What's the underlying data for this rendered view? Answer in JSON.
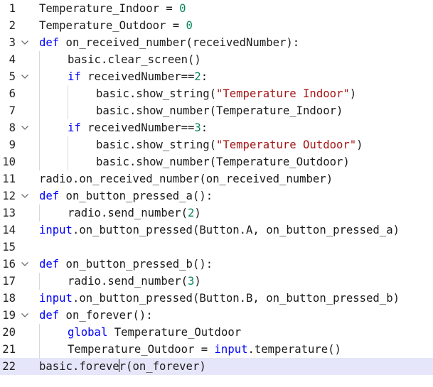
{
  "editor": {
    "lines": [
      {
        "n": "1",
        "fold": false,
        "indent": 0,
        "tokens": [
          {
            "t": "Temperature_Indoor = "
          },
          {
            "t": "0",
            "c": "num"
          }
        ]
      },
      {
        "n": "2",
        "fold": false,
        "indent": 0,
        "tokens": [
          {
            "t": "Temperature_Outdoor = "
          },
          {
            "t": "0",
            "c": "num"
          }
        ]
      },
      {
        "n": "3",
        "fold": true,
        "indent": 0,
        "tokens": [
          {
            "t": "def",
            "c": "kw"
          },
          {
            "t": " on_received_number(receivedNumber):"
          }
        ]
      },
      {
        "n": "4",
        "fold": false,
        "indent": 1,
        "tokens": [
          {
            "t": "basic.clear_screen()"
          }
        ]
      },
      {
        "n": "5",
        "fold": true,
        "indent": 1,
        "tokens": [
          {
            "t": "if",
            "c": "kw"
          },
          {
            "t": " receivedNumber=="
          },
          {
            "t": "2",
            "c": "num"
          },
          {
            "t": ":"
          }
        ]
      },
      {
        "n": "6",
        "fold": false,
        "indent": 2,
        "tokens": [
          {
            "t": "basic.show_string("
          },
          {
            "t": "\"Temperature Indoor\"",
            "c": "str"
          },
          {
            "t": ")"
          }
        ]
      },
      {
        "n": "7",
        "fold": false,
        "indent": 2,
        "tokens": [
          {
            "t": "basic.show_number(Temperature_Indoor)"
          }
        ]
      },
      {
        "n": "8",
        "fold": true,
        "indent": 1,
        "tokens": [
          {
            "t": "if",
            "c": "kw"
          },
          {
            "t": " receivedNumber=="
          },
          {
            "t": "3",
            "c": "num"
          },
          {
            "t": ":"
          }
        ]
      },
      {
        "n": "9",
        "fold": false,
        "indent": 2,
        "tokens": [
          {
            "t": "basic.show_string("
          },
          {
            "t": "\"Temperature Outdoor\"",
            "c": "str"
          },
          {
            "t": ")"
          }
        ]
      },
      {
        "n": "10",
        "fold": false,
        "indent": 2,
        "tokens": [
          {
            "t": "basic.show_number(Temperature_Outdoor)"
          }
        ]
      },
      {
        "n": "11",
        "fold": false,
        "indent": 0,
        "tokens": [
          {
            "t": "radio.on_received_number(on_received_number)"
          }
        ]
      },
      {
        "n": "12",
        "fold": true,
        "indent": 0,
        "tokens": [
          {
            "t": "def",
            "c": "kw"
          },
          {
            "t": " on_button_pressed_a():"
          }
        ]
      },
      {
        "n": "13",
        "fold": false,
        "indent": 1,
        "tokens": [
          {
            "t": "radio.send_number("
          },
          {
            "t": "2",
            "c": "num"
          },
          {
            "t": ")"
          }
        ]
      },
      {
        "n": "14",
        "fold": false,
        "indent": 0,
        "tokens": [
          {
            "t": "input",
            "c": "kw"
          },
          {
            "t": ".on_button_pressed(Button.A, on_button_pressed_a)"
          }
        ]
      },
      {
        "n": "15",
        "fold": false,
        "indent": 0,
        "tokens": []
      },
      {
        "n": "16",
        "fold": true,
        "indent": 0,
        "tokens": [
          {
            "t": "def",
            "c": "kw"
          },
          {
            "t": " on_button_pressed_b():"
          }
        ]
      },
      {
        "n": "17",
        "fold": false,
        "indent": 1,
        "tokens": [
          {
            "t": "radio.send_number("
          },
          {
            "t": "3",
            "c": "num"
          },
          {
            "t": ")"
          }
        ]
      },
      {
        "n": "18",
        "fold": false,
        "indent": 0,
        "tokens": [
          {
            "t": "input",
            "c": "kw"
          },
          {
            "t": ".on_button_pressed(Button.B, on_button_pressed_b)"
          }
        ]
      },
      {
        "n": "19",
        "fold": true,
        "indent": 0,
        "tokens": [
          {
            "t": "def",
            "c": "kw"
          },
          {
            "t": " on_forever():"
          }
        ]
      },
      {
        "n": "20",
        "fold": false,
        "indent": 1,
        "tokens": [
          {
            "t": "global",
            "c": "kw"
          },
          {
            "t": " Temperature_Outdoor"
          }
        ]
      },
      {
        "n": "21",
        "fold": false,
        "indent": 1,
        "tokens": [
          {
            "t": "Temperature_Outdoor = "
          },
          {
            "t": "input",
            "c": "kw"
          },
          {
            "t": ".temperature()"
          }
        ]
      },
      {
        "n": "22",
        "fold": false,
        "indent": 0,
        "current": true,
        "cursor_after": 12,
        "tokens": [
          {
            "t": "basic.forever(on_forever)"
          }
        ]
      }
    ]
  },
  "colors": {
    "keyword": "#0000ff",
    "string": "#a31515",
    "number": "#098658",
    "current_line": "#e6e6fa"
  },
  "icons": {
    "fold": "chevron-down-icon"
  }
}
